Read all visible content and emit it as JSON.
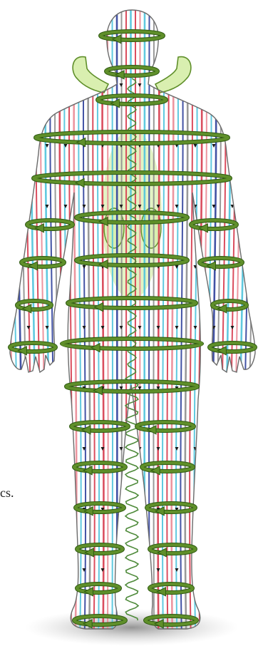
{
  "caption_fragment": "cs.",
  "colors": {
    "background": "#ffffff",
    "outline": "#6b6b6b",
    "meridian_red": "#d63a4c",
    "meridian_pink": "#ea8a95",
    "meridian_cyan": "#4fc3dc",
    "meridian_blue": "#2d3f9a",
    "meridian_gray": "#8e8e8e",
    "belt_green": "#5f8f2a",
    "belt_dark": "#2f5a12",
    "organ_glow": "#d9efb0",
    "spiral_green": "#4e8a3a",
    "floor_shadow": "#9a9a9a"
  },
  "icons": [
    "human-body-figure",
    "energy-belt-arrow",
    "spinal-spiral"
  ]
}
